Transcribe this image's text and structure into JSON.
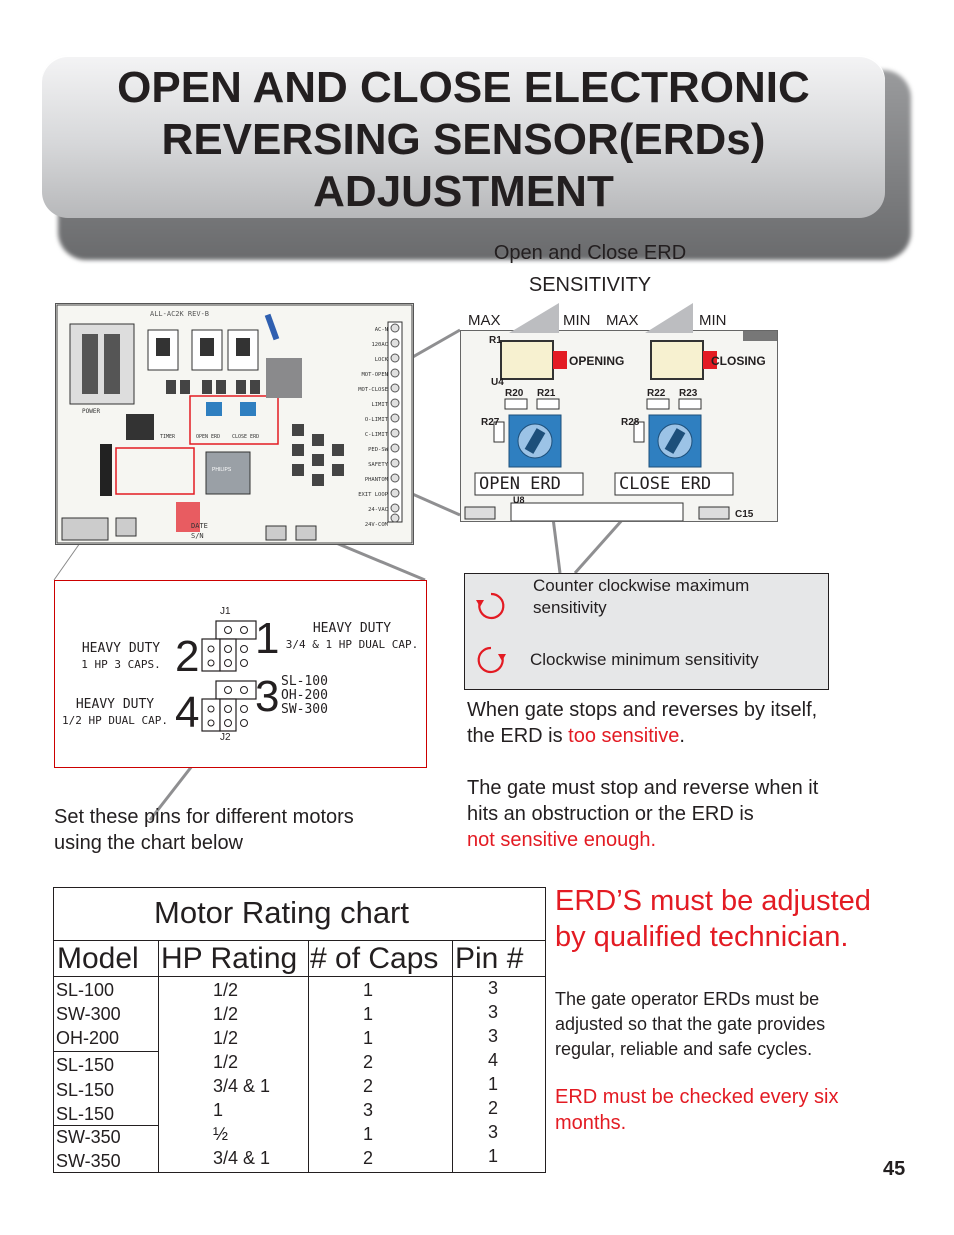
{
  "title": {
    "line1": "OPEN AND CLOSE ELECTRONIC",
    "line2": "REVERSING SENSOR(ERDs)",
    "line3": "ADJUSTMENT"
  },
  "sensitivity_caption": {
    "line1": "Open and Close ERD",
    "line2": "SENSITIVITY"
  },
  "erd_board": {
    "max1": "MAX",
    "min1": "MIN",
    "max2": "MAX",
    "min2": "MIN",
    "r1": "R1",
    "u4": "U4",
    "r20": "R20",
    "r21": "R21",
    "r22": "R22",
    "r23": "R23",
    "r27": "R27",
    "r28": "R28",
    "u8": "U8",
    "c15": "C15",
    "opening": "OPENING",
    "closing": "CLOSING",
    "open_erd": "OPEN ERD",
    "close_erd": "CLOSE ERD"
  },
  "main_board": {
    "rev": "ALL-AC2K REV-B",
    "brand": "PHILIPS",
    "power": "POWER",
    "timer": "TIMER",
    "open_erd": "OPEN ERD",
    "close_erd": "CLOSE ERD",
    "date": "DATE",
    "sn": "S/N",
    "terminals": [
      "AC-N",
      "120AC",
      "LOCK",
      "MOT-OPEN",
      "MOT-CLOSE",
      "LIMIT",
      "O-LIMIT",
      "C-LIMIT",
      "PED-SW",
      "SAFETY",
      "PHANTOM",
      "EXIT LOOP",
      "24-VAC",
      "24V-COM"
    ]
  },
  "jumpers": {
    "j1": "J1",
    "j2": "J2",
    "n1": "1",
    "n2": "2",
    "n3": "3",
    "n4": "4",
    "hd1_line1": "HEAVY DUTY",
    "hd1_line2": "1 HP 3 CAPS.",
    "hd2_line1": "HEAVY DUTY",
    "hd2_line2": "3/4 & 1 HP DUAL CAP.",
    "hd3_line1": "HEAVY DUTY",
    "hd3_line2": "1/2 HP DUAL CAP.",
    "models_line1": "SL-100",
    "models_line2": "OH-200",
    "models_line3": "SW-300"
  },
  "sensitivity_box": {
    "ccw_line1": "Counter clockwise maximum",
    "ccw_line2": "sensitivity",
    "cw": "Clockwise minimum sensitivity"
  },
  "too_sensitive": {
    "line1": "When gate stops and reverses by itself,",
    "line2_prefix": "the ERD is ",
    "line2_red": "too sensitive",
    "line2_suffix": "."
  },
  "not_sensitive": {
    "line1": "The gate must stop and reverse when it",
    "line2": "hits an obstruction or the ERD is",
    "line3_red": "not sensitive enough."
  },
  "pins_note": {
    "line1": "Set these pins for different motors",
    "line2": "using the chart below"
  },
  "chart": {
    "title": "Motor Rating chart",
    "headers": [
      "Model",
      "HP Rating",
      "# of Caps",
      "Pin #"
    ],
    "rows": [
      {
        "model": "SL-100",
        "hp": "1/2",
        "caps": "1",
        "pin": "3"
      },
      {
        "model": "SW-300",
        "hp": "1/2",
        "caps": "1",
        "pin": "3"
      },
      {
        "model": "OH-200",
        "hp": "1/2",
        "caps": "1",
        "pin": "3"
      },
      {
        "model": "SL-150",
        "hp": "1/2",
        "caps": "2",
        "pin": "4"
      },
      {
        "model": "SL-150",
        "hp": "3/4 & 1",
        "caps": "2",
        "pin": "1"
      },
      {
        "model": "SL-150",
        "hp": "1",
        "caps": "3",
        "pin": "2"
      },
      {
        "model": "SW-350",
        "hp": "½",
        "caps": "1",
        "pin": "3"
      },
      {
        "model": "SW-350",
        "hp": "3/4 & 1",
        "caps": "2",
        "pin": "1"
      }
    ]
  },
  "adjusted": {
    "line1": "ERD’S must be adjusted",
    "line2": "by qualified technician."
  },
  "operator_note": {
    "line1": "The gate operator ERDs must be",
    "line2": "adjusted so that the gate provides",
    "line3": "regular, reliable and safe cycles."
  },
  "check_note": {
    "line1": "ERD must be checked every six",
    "line2": "months."
  },
  "page_number": "45",
  "colors": {
    "accent_red": "#e31b23",
    "pot_blue": "#2f7fc0",
    "text": "#231f20"
  }
}
